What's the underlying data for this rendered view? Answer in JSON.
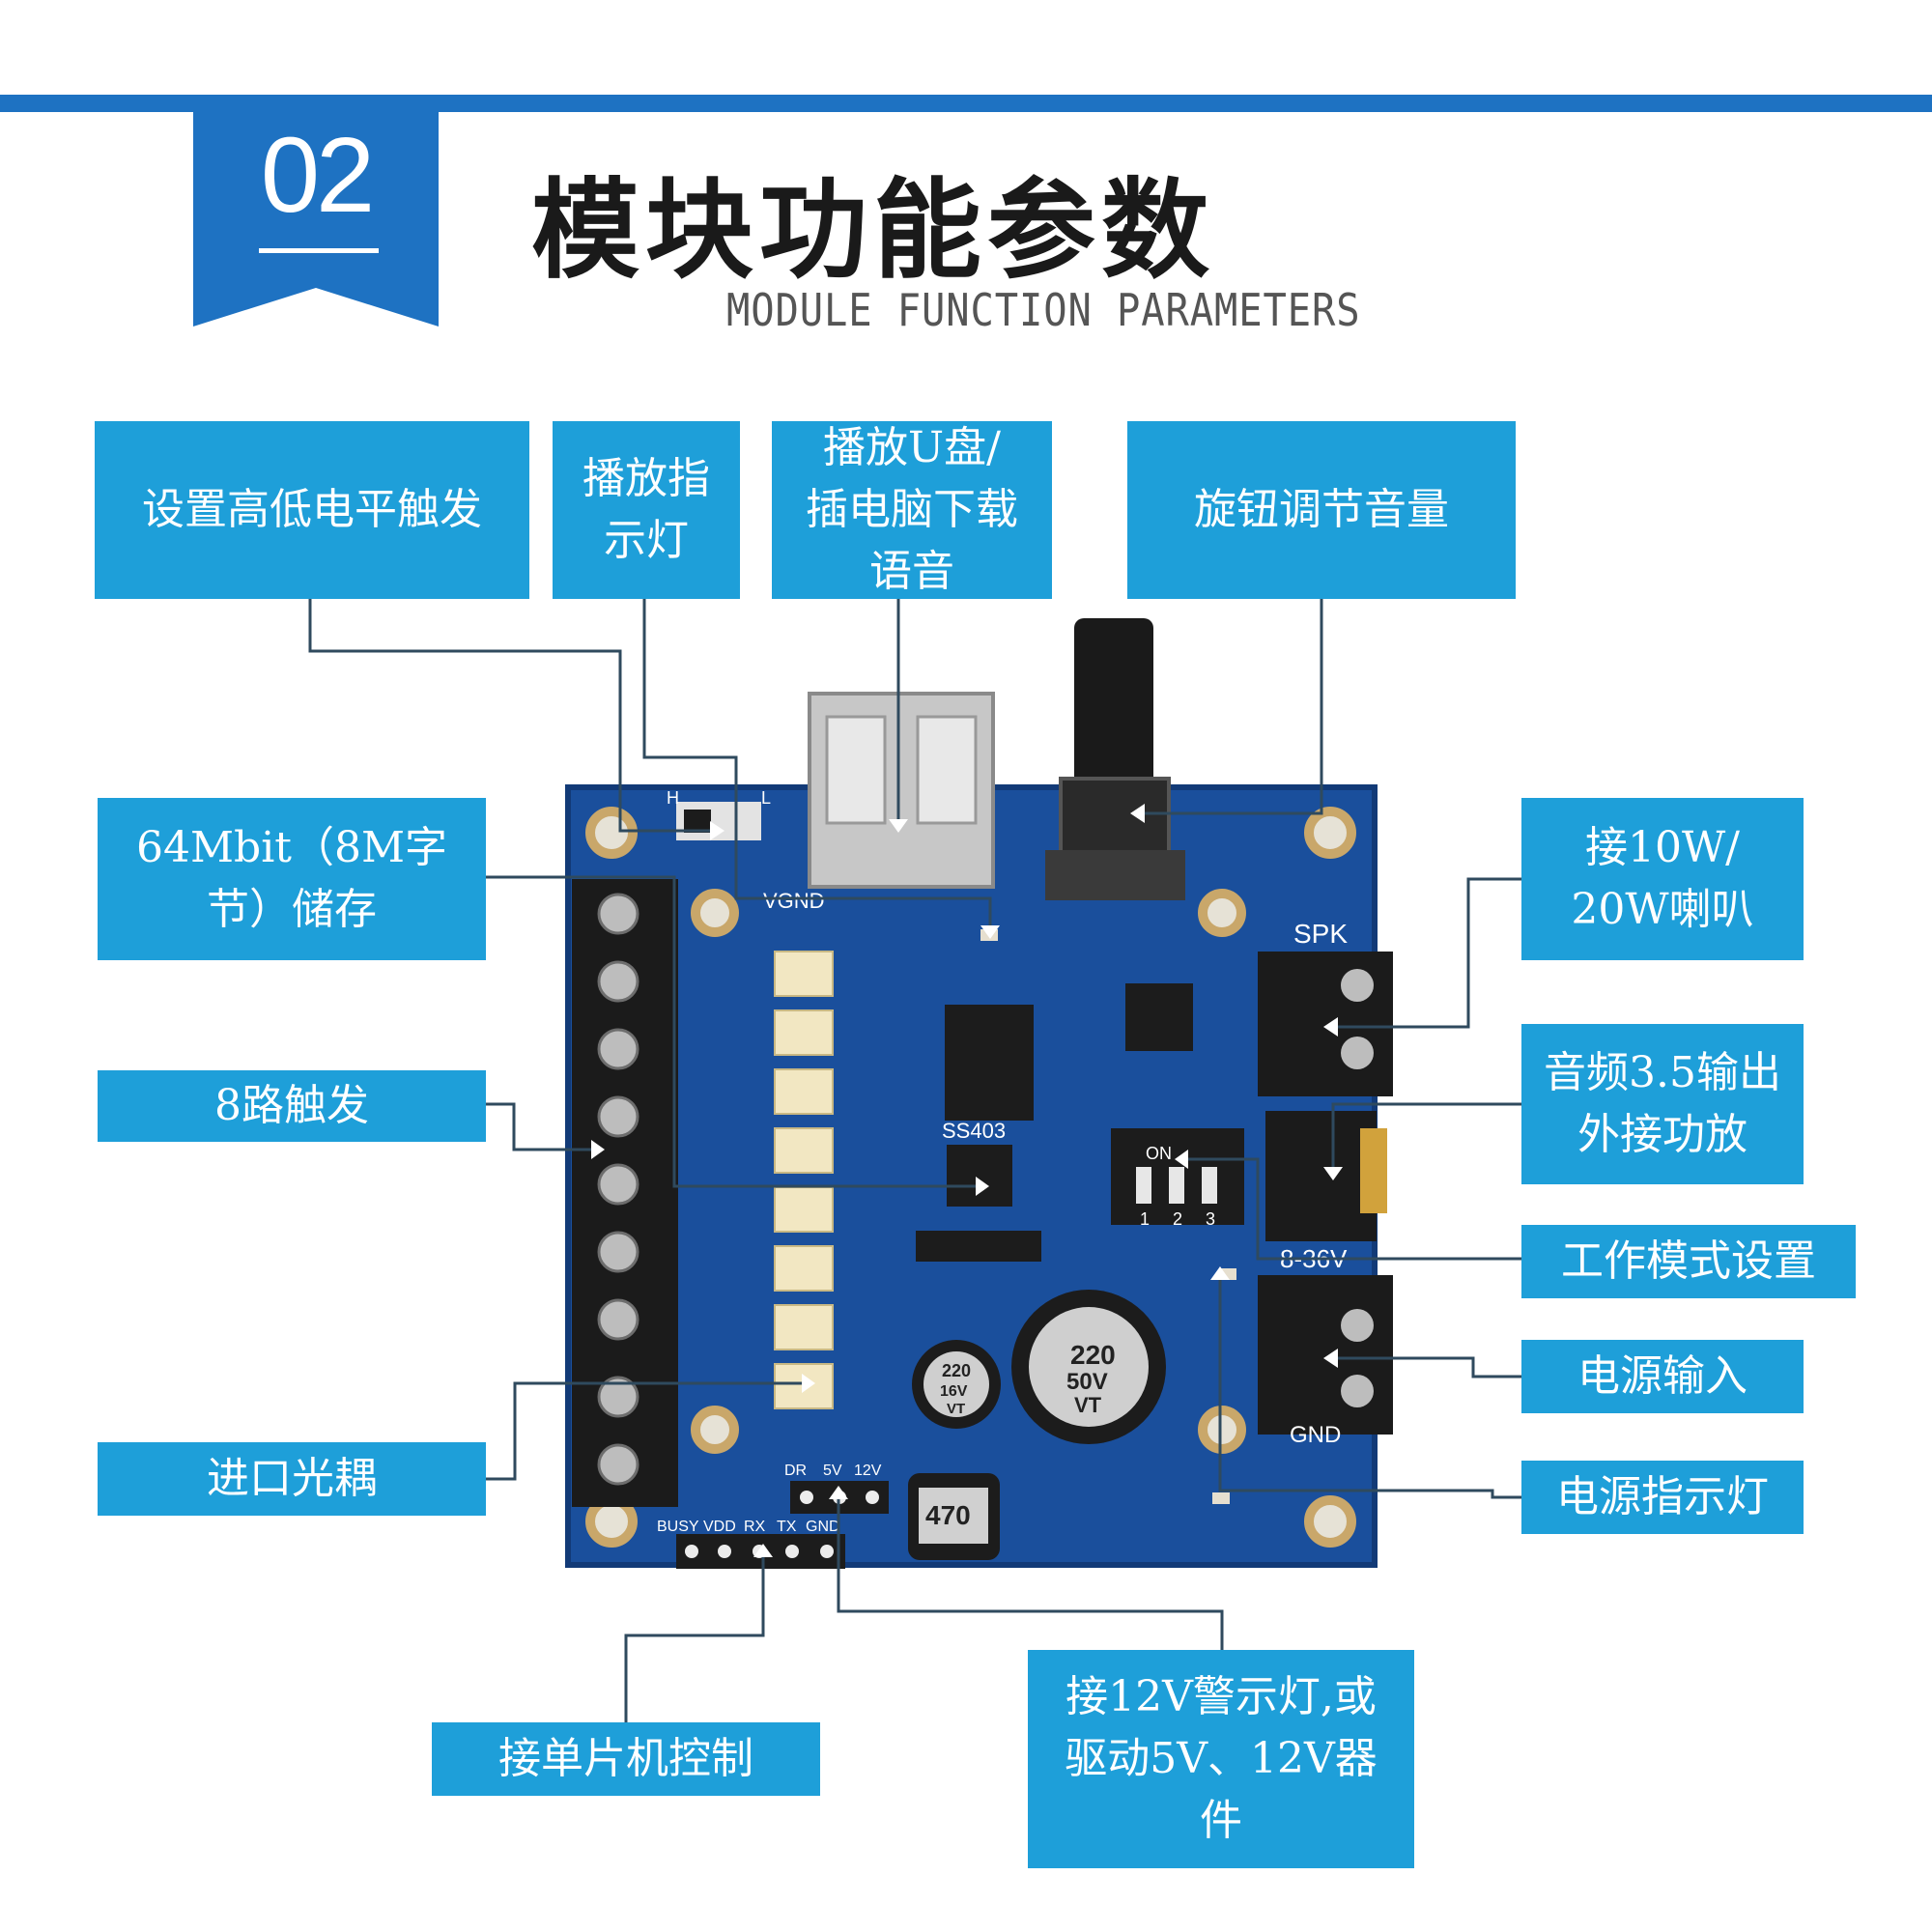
{
  "header": {
    "section_number": "02",
    "title": "模块功能参数",
    "subtitle": "MODULE FUNCTION PARAMETERS"
  },
  "colors": {
    "accent_blue": "#1e72c2",
    "label_blue": "#1e9fd9",
    "pcb_blue": "#1a4f9c",
    "leader_line": "#2f4a5e"
  },
  "labels": {
    "level_trigger": "设置高低电平触发",
    "play_indicator": "播放指\n示灯",
    "usb_voice": "播放U盘/\n插电脑下载\n语音",
    "volume_knob": "旋钮调节音量",
    "storage": "64Mbit（8M字\n节）储存",
    "speaker": "接10W/\n20W喇叭",
    "eight_trigger": "8路触发",
    "audio_out": "音频3.5输出\n外接功放",
    "work_mode": "工作模式设置",
    "power_input": "电源输入",
    "optocoupler": "进口光耦",
    "power_led": "电源指示灯",
    "mcu_control": "接单片机控制",
    "warning_light": "接12V警示灯,或\n驱动5V、12V器\n件"
  },
  "board": {
    "speaker_marking": "SPK",
    "voltage_marking": "8-36V",
    "gnd_marking": "GND",
    "chip_marking": "SS403",
    "vgnd_marking": "VGND",
    "dip_on_marking": "ON",
    "dip_numbers": [
      "1",
      "2",
      "3"
    ],
    "hl_switch_h": "H",
    "hl_switch_l": "L",
    "cap_large": [
      "220",
      "50V",
      "VT"
    ],
    "cap_small": [
      "220",
      "16V",
      "VT"
    ],
    "inductor_marking": "470",
    "bottom_header_labels": [
      "BUSY",
      "VDD",
      "RX",
      "TX",
      "GND"
    ],
    "side_header_labels": [
      "DR",
      "5V",
      "12V"
    ]
  }
}
